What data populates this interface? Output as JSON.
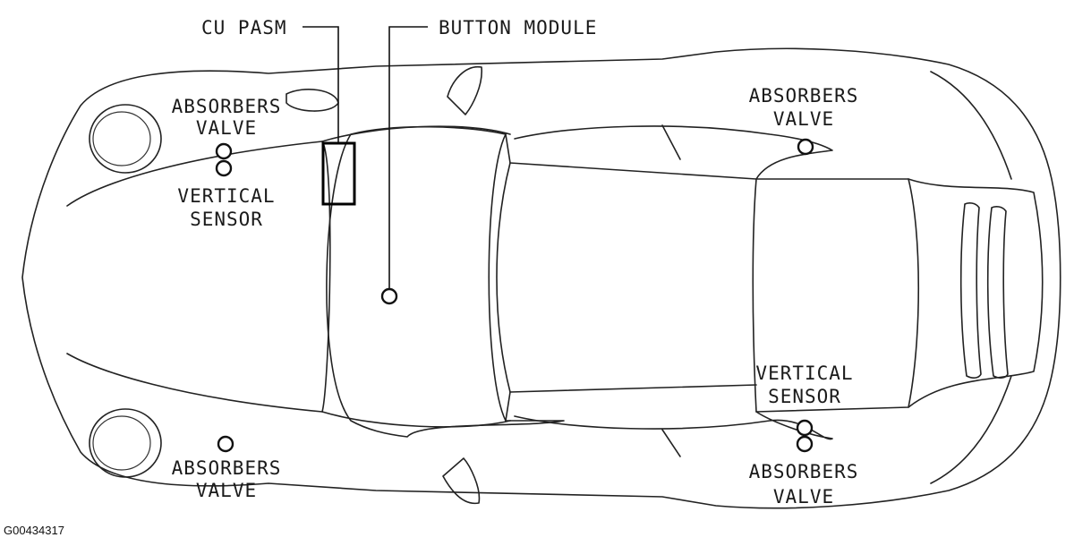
{
  "labels": {
    "cu_pasm": "CU PASM",
    "button_module": "BUTTON MODULE",
    "absorbers_fl": {
      "line1": "ABSORBERS",
      "line2": "VALVE"
    },
    "vertical_sensor_front": {
      "line1": "VERTICAL",
      "line2": "SENSOR"
    },
    "absorbers_fr": {
      "line1": "ABSORBERS",
      "line2": "VALVE"
    },
    "absorbers_rl": {
      "line1": "ABSORBERS",
      "line2": "VALVE"
    },
    "vertical_sensor_rear": {
      "line1": "VERTICAL",
      "line2": "SENSOR"
    },
    "absorbers_rr": {
      "line1": "ABSORBERS",
      "line2": "VALVE"
    }
  },
  "figure_code": "G00434317"
}
